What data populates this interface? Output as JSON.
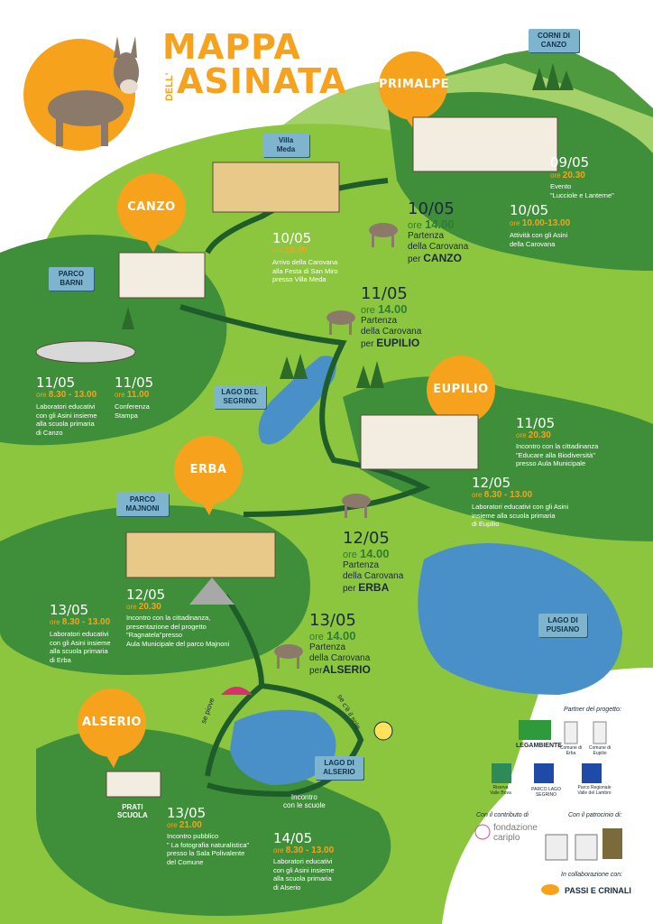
{
  "title": {
    "line1": "MAPPA",
    "dell": "DELL'",
    "line2": "ASINATA"
  },
  "places": {
    "primalpe": "PRIMALPE",
    "canzo": "CANZO",
    "eupilio": "EUPILIO",
    "erba": "ERBA",
    "alserio": "ALSERIO"
  },
  "tags": {
    "corni": "CORNI DI\nCANZO",
    "villa_meda": "Villa\nMeda",
    "parco_barni": "PARCO\nBARNI",
    "lago_segrino": "LAGO DEL\nSEGRINO",
    "parco_majnoni": "PARCO\nMAJNONI",
    "lago_pusiano": "LAGO DI\nPUSIANO",
    "lago_alserio": "LAGO DI\nALSERIO"
  },
  "events": {
    "e0905": {
      "date": "09/05",
      "time_prefix": "ore",
      "time": "20.30",
      "desc": "Evento\n\"Lucciole e Lanterne\""
    },
    "e1005a": {
      "date": "10/05",
      "time_prefix": "ore",
      "time": "10.00-13.00",
      "desc": "Attività con gli Asini\ndella Carovana"
    },
    "e1005b": {
      "date": "10/05",
      "time_prefix": "ore",
      "time": "14.00",
      "desc": "Partenza\ndella Carovana\nper",
      "dest": "CANZO"
    },
    "e1005c": {
      "date": "10/05",
      "time_prefix": "ore",
      "time": "15.00",
      "desc": "Arrivo della Carovana\nalla Festa di San Miro\npresso Villa Meda"
    },
    "e1105a": {
      "date": "11/05",
      "time_prefix": "ore",
      "time": "14.00",
      "desc": "Partenza\ndella Carovana\nper",
      "dest": "EUPILIO"
    },
    "e1105b": {
      "date": "11/05",
      "time_prefix": "ore",
      "time": "8.30 - 13.00",
      "desc": "Laboratori educativi\ncon gli Asini insieme\nalla scuola primaria\ndi Canzo"
    },
    "e1105c": {
      "date": "11/05",
      "time_prefix": "ore",
      "time": "11.00",
      "desc": "Conferenza\nStampa"
    },
    "e1105d": {
      "date": "11/05",
      "time_prefix": "ore",
      "time": "20.30",
      "desc": "Incontro con la cittadinanza\n\"Educare alla Biodiversità\"\npresso Aula Municipale"
    },
    "e1205a": {
      "date": "12/05",
      "time_prefix": "ore",
      "time": "8.30 - 13.00",
      "desc": "Laboratori educativi  con gli Asini\ninsieme alla scuola primaria\ndi Eupilio"
    },
    "e1205b": {
      "date": "12/05",
      "time_prefix": "ore",
      "time": "14.00",
      "desc": "Partenza\ndella Carovana\nper",
      "dest": "ERBA"
    },
    "e1205c": {
      "date": "12/05",
      "time_prefix": "ore",
      "time": "20.30",
      "desc": "Incontro con la cittadinanza,\npresentazione del progetto\n\"Ragnatela\"presso\nAula Municipale del parco Majnoni"
    },
    "e1305a": {
      "date": "13/05",
      "time_prefix": "ore",
      "time": "8.30 - 13.00",
      "desc": "Laboratori educativi\ncon gli Asini insieme\nalla scuola primaria\ndi Erba"
    },
    "e1305b": {
      "date": "13/05",
      "time_prefix": "ore",
      "time": "14.00",
      "desc": "Partenza\ndella Carovana\nper",
      "dest": "ALSERIO"
    },
    "e1305c": {
      "date": "13/05",
      "time_prefix": "ore",
      "time": "21.00",
      "desc": "Incontro pubblico\n\" La fotografia naturalistica\"\npresso la Sala Polivalente\ndel Comune"
    },
    "e1405": {
      "date": "14/05",
      "time_prefix": "ore",
      "time": "8.30 - 13.00",
      "desc": "Laboratori educativi\ncon gli Asini insieme\nalla scuola primaria\ndi Alserio"
    }
  },
  "labels": {
    "se_piove": "se piove",
    "se_sole": "se c'è il sole",
    "incontro_scuole": "Incontro\ncon le scuole",
    "prati_scuola": "PRATI\nSCUOLA"
  },
  "partners": {
    "title": "Partner del progetto:",
    "legambiente": "LEGAMBIENTE",
    "comune_erba": "Comune di\nErba",
    "comune_eupilio": "Comune di\nEupilio",
    "riserva": "Riserva\nValle Bova",
    "parco_segrino": "PARCO LAGO SEGRINO",
    "parco_lambro": "Parco Regionale\nValle del Lambro",
    "contributo": "Con il contributo di",
    "fondazione1": "fondazione",
    "fondazione2": "cariplo",
    "patrocinio": "Con il patrocinio di:",
    "collaborazione": "In collaborazione con:",
    "passi": "PASSI E CRINALI"
  },
  "colors": {
    "orange": "#f6a21c",
    "dark_green": "#3f8f3a",
    "light_green": "#8cc63f",
    "lake": "#4a90c8",
    "tag": "#7fb4cf"
  }
}
